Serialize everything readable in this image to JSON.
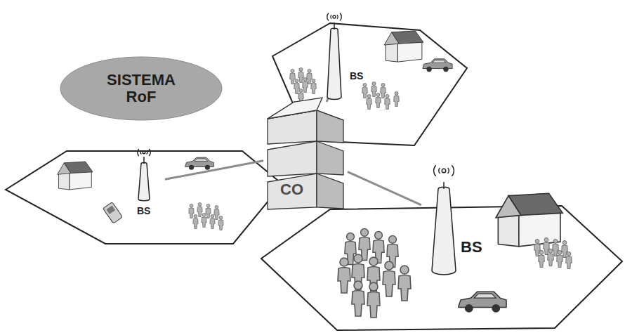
{
  "diagram": {
    "nodes": [
      {
        "text": [
          "SISTEMA RoF"
        ]
      },
      {
        "text": [
          "BS"
        ]
      },
      {
        "text": [
          "BS"
        ]
      },
      {
        "text": [
          "CO"
        ]
      },
      {
        "text": [
          "BS"
        ]
      }
    ],
    "edges": [
      {
        "from": 3,
        "to": 1,
        "arrow": "none"
      },
      {
        "from": 3,
        "to": 2,
        "arrow": "none"
      },
      {
        "from": 3,
        "to": 4,
        "arrow": "none"
      }
    ]
  }
}
